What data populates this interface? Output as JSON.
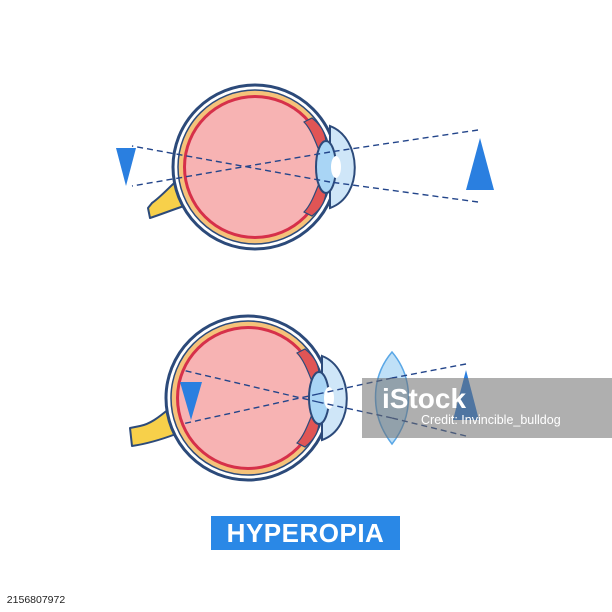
{
  "title": "HYPEROPIA",
  "watermark": {
    "brand": "iStock",
    "credit": "Credit: Invincible_bulldog"
  },
  "image_id": "2156807972",
  "colors": {
    "accent_blue": "#2a88e6",
    "eyeball_fill": "#f7b3b3",
    "eye_outline": "#2c4a7a",
    "sclera_band": "#d6304a",
    "choroid_band": "#f5c27a",
    "optic_nerve": "#f7d04a",
    "lens_fill": "#a9d5f5",
    "cornea_fill": "#cfe6f8",
    "ray_line": "#23458a"
  }
}
